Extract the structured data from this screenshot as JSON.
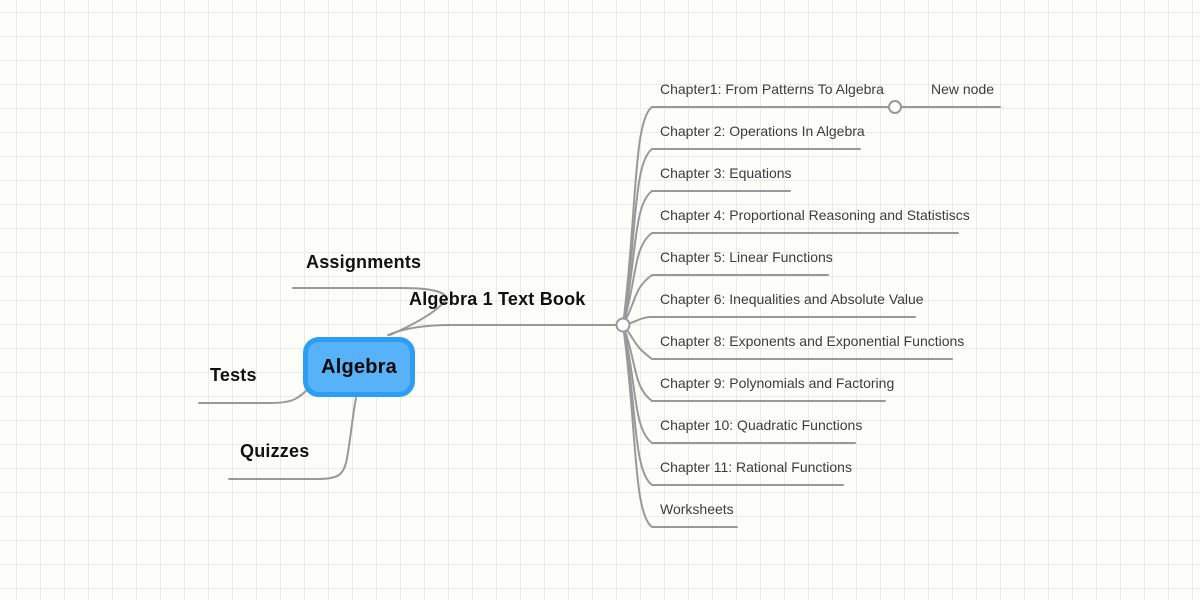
{
  "colors": {
    "background": "#fdfdfa",
    "grid_line": "#e8efe0",
    "connector": "#999999",
    "root_fill": "#57B2F8",
    "root_border": "#2E9EF2",
    "label_text": "#111111",
    "chapter_text": "#3c3c3c"
  },
  "map": {
    "root": {
      "label": "Algebra"
    },
    "left_branches": [
      {
        "label": "Assignments"
      },
      {
        "label": "Tests"
      },
      {
        "label": "Quizzes"
      }
    ],
    "right_branch": {
      "label": "Algebra 1 Text Book"
    },
    "chapters": [
      {
        "label": "Chapter1: From Patterns To Algebra"
      },
      {
        "label": "Chapter 2: Operations In Algebra"
      },
      {
        "label": "Chapter 3: Equations"
      },
      {
        "label": "Chapter 4: Proportional Reasoning and Statistiscs"
      },
      {
        "label": "Chapter 5: Linear Functions"
      },
      {
        "label": "Chapter 6: Inequalities and Absolute Value"
      },
      {
        "label": "Chapter 8: Exponents and Exponential Functions"
      },
      {
        "label": "Chapter 9: Polynomials and Factoring"
      },
      {
        "label": "Chapter 10: Quadratic Functions"
      },
      {
        "label": "Chapter 11: Rational Functions"
      },
      {
        "label": "Worksheets"
      }
    ],
    "grandchild": {
      "label": "New node"
    }
  }
}
